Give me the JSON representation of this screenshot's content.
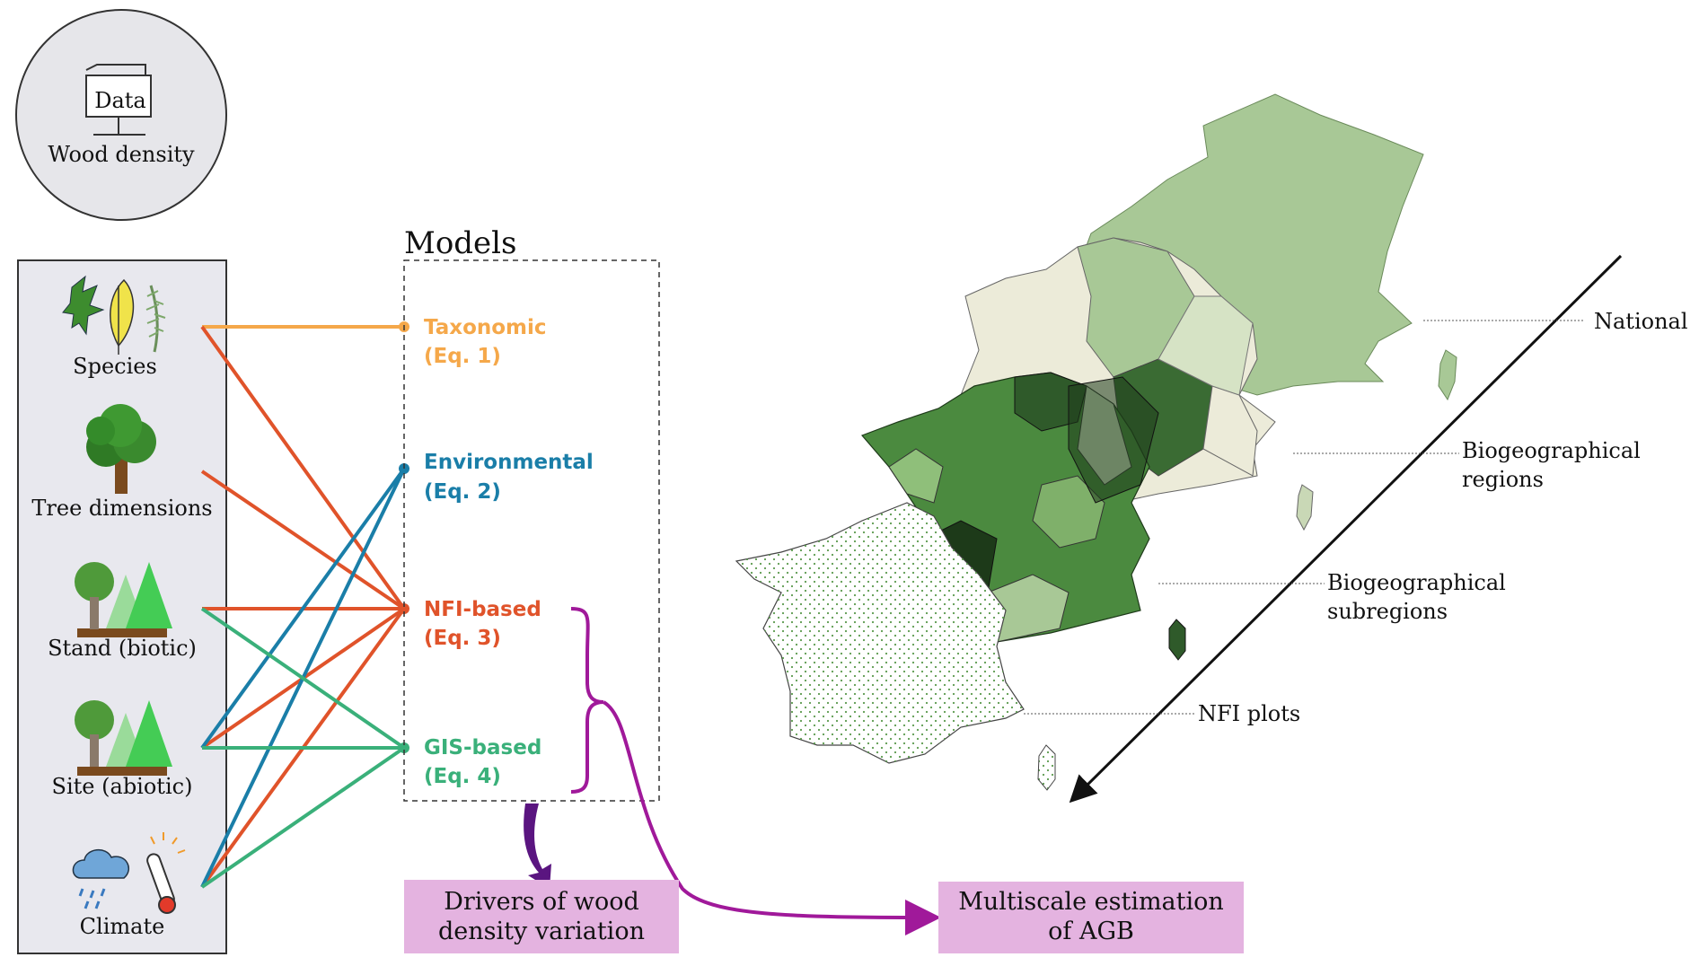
{
  "data_circle": {
    "label_top": "Data",
    "label_bottom": "Wood density"
  },
  "inputs": [
    {
      "label": "Species",
      "icon": "leaves-icon"
    },
    {
      "label": "Tree dimensions",
      "icon": "tree-icon"
    },
    {
      "label": "Stand (biotic)",
      "icon": "forest-stand-icon"
    },
    {
      "label": "Site (abiotic)",
      "icon": "forest-site-icon"
    },
    {
      "label": "Climate",
      "icon": "rain-thermometer-icon"
    }
  ],
  "models": {
    "title": "Models",
    "items": [
      {
        "name": "Taxonomic",
        "eq": "(Eq. 1)",
        "color": "#f5a84a"
      },
      {
        "name": "Environmental",
        "eq": "(Eq. 2)",
        "color": "#1a7ea8"
      },
      {
        "name": "NFI-based",
        "eq": "(Eq. 3)",
        "color": "#e0532a"
      },
      {
        "name": "GIS-based",
        "eq": "(Eq. 4)",
        "color": "#3ab07a"
      }
    ]
  },
  "outputs": {
    "drivers_line1": "Drivers of wood",
    "drivers_line2": "density variation",
    "multiscale_line1": "Multiscale estimation",
    "multiscale_line2": "of AGB"
  },
  "map_levels": {
    "national": "National",
    "regions_line1": "Biogeographical",
    "regions_line2": "regions",
    "subregions_line1": "Biogeographical",
    "subregions_line2": "subregions",
    "plots": "NFI plots"
  },
  "colors": {
    "bracket": "#a0199a",
    "output_box": "#e4b3e0",
    "input_panel": "#e8e8ee",
    "map_light": "#a8c896",
    "map_dark": "#2f5a2a"
  }
}
